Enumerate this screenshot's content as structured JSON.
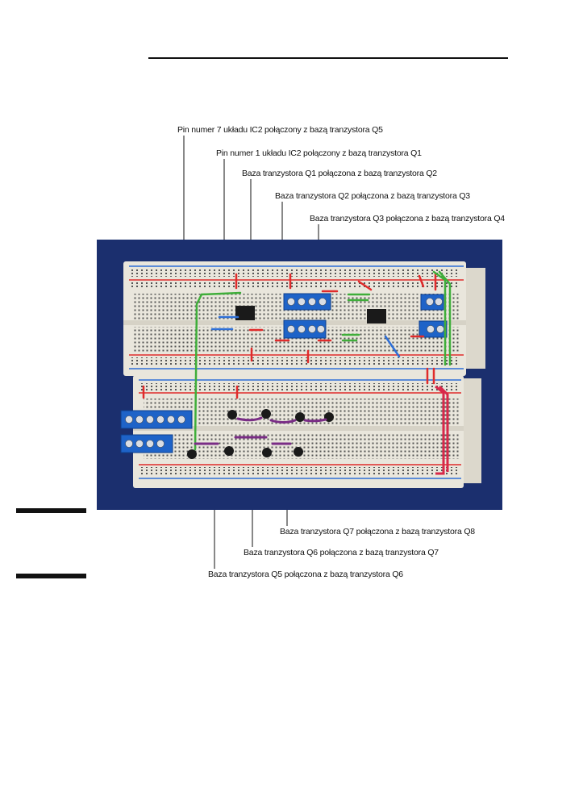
{
  "callouts_top": [
    "Pin numer 7 układu IC2 połączony z bazą tranzystora Q5",
    "Pin numer 1 układu IC2 połączony z bazą tranzystora Q1",
    "Baza tranzystora Q1 połączona z bazą tranzystora Q2",
    "Baza tranzystora Q2 połączona z bazą tranzystora Q3",
    "Baza tranzystora Q3 połączona z bazą tranzystora Q4"
  ],
  "callouts_bottom": [
    "Baza tranzystora Q7 połączona z bazą tranzystora Q8",
    "Baza tranzystora Q6 połączona z bazą tranzystora Q7",
    "Baza tranzystora Q5 połączona z bazą tranzystora Q6"
  ],
  "colors": {
    "background": "#1b2f6e",
    "breadboard": "#e9e6dc",
    "rail_red": "#e02b2b",
    "rail_blue": "#2e6fd6",
    "wire_green": "#3fae3a",
    "wire_purple": "#7a2d86",
    "terminal_blue": "#1e63c8"
  }
}
